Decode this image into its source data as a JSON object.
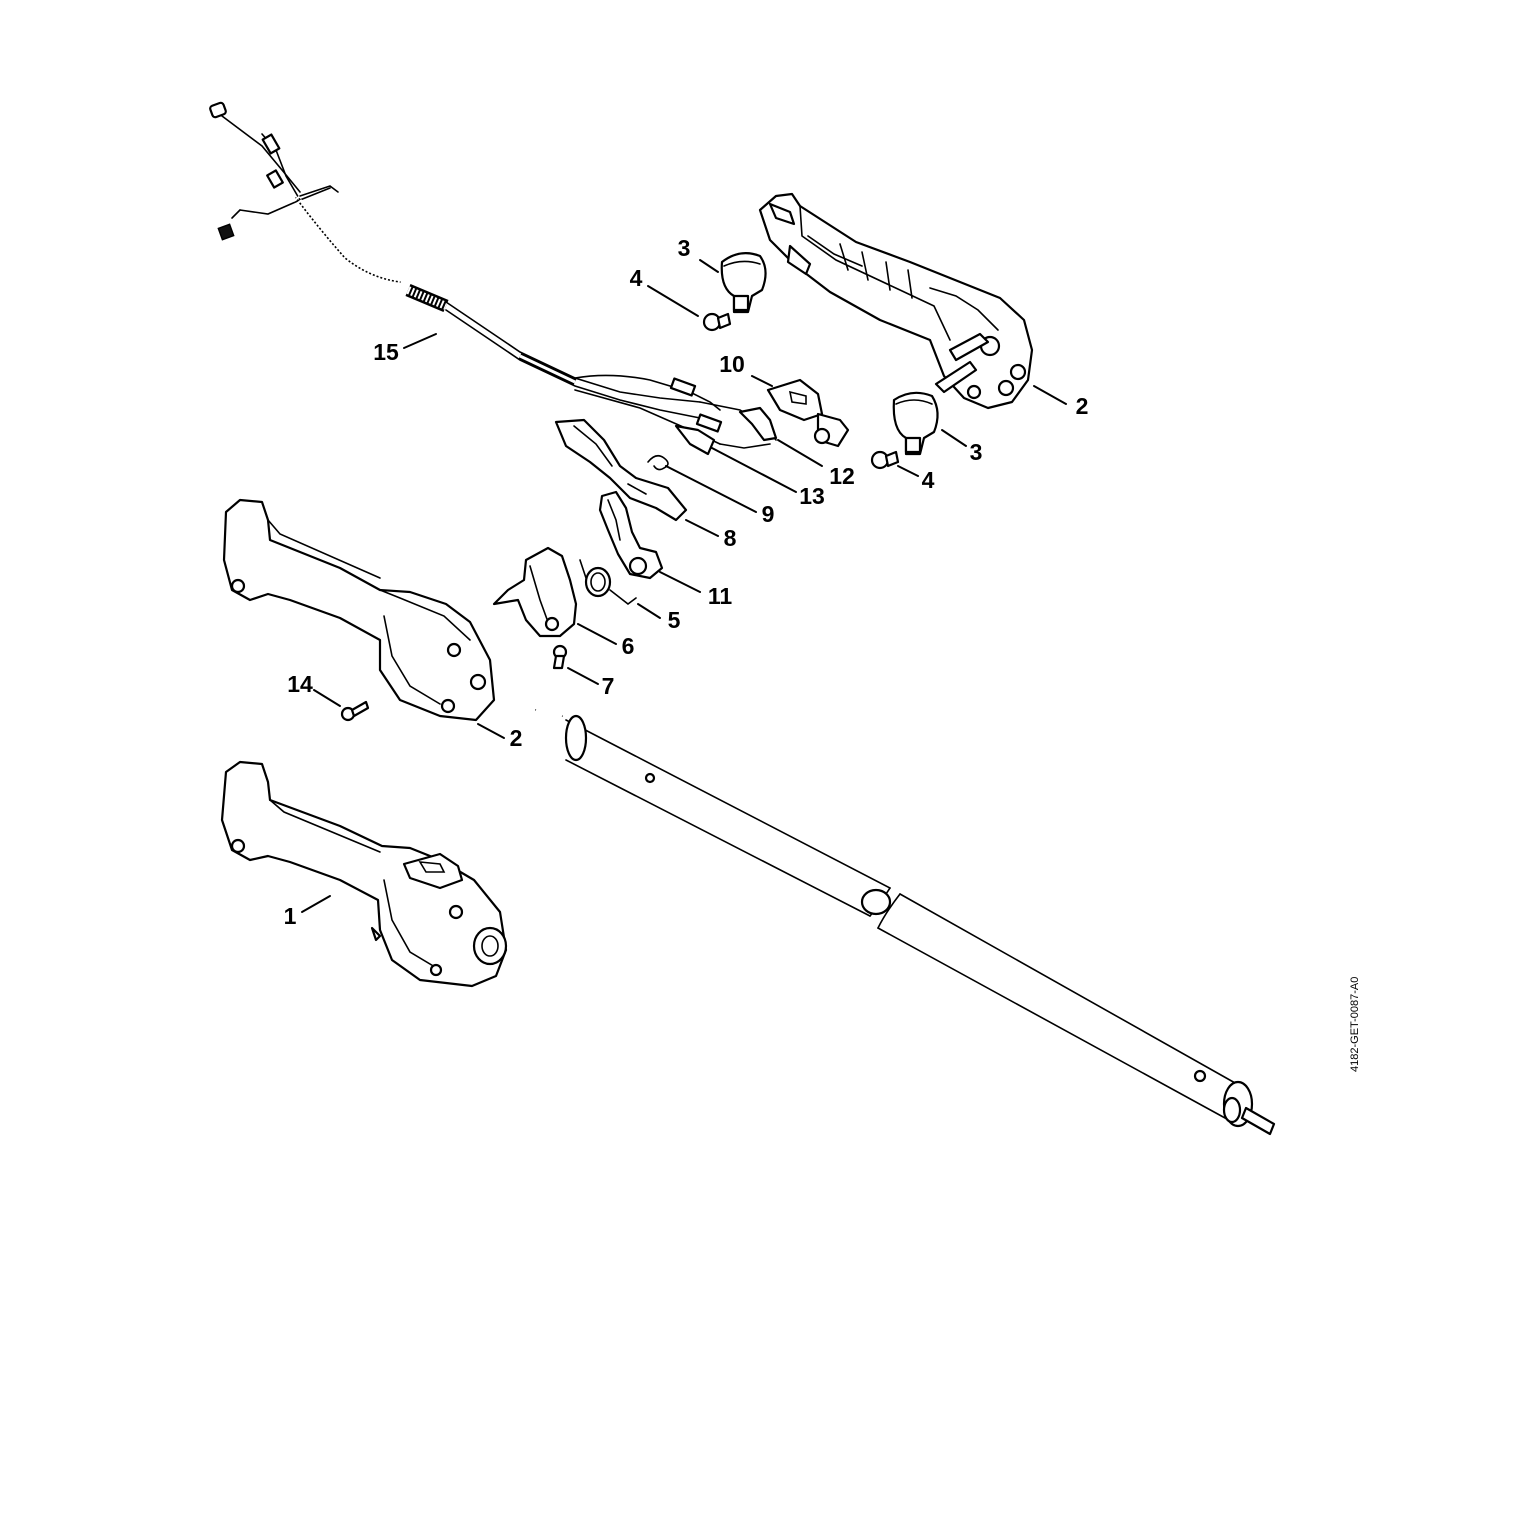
{
  "diagram": {
    "drawing_code": "4182-GET-0087-A0",
    "callouts": {
      "c1": "1",
      "c2a": "2",
      "c2b": "2",
      "c3a": "3",
      "c3b": "3",
      "c4a": "4",
      "c4b": "4",
      "c5": "5",
      "c6": "6",
      "c7": "7",
      "c8": "8",
      "c9": "9",
      "c10": "10",
      "c11": "11",
      "c12": "12",
      "c13": "13",
      "c14": "14",
      "c15": "15"
    }
  }
}
